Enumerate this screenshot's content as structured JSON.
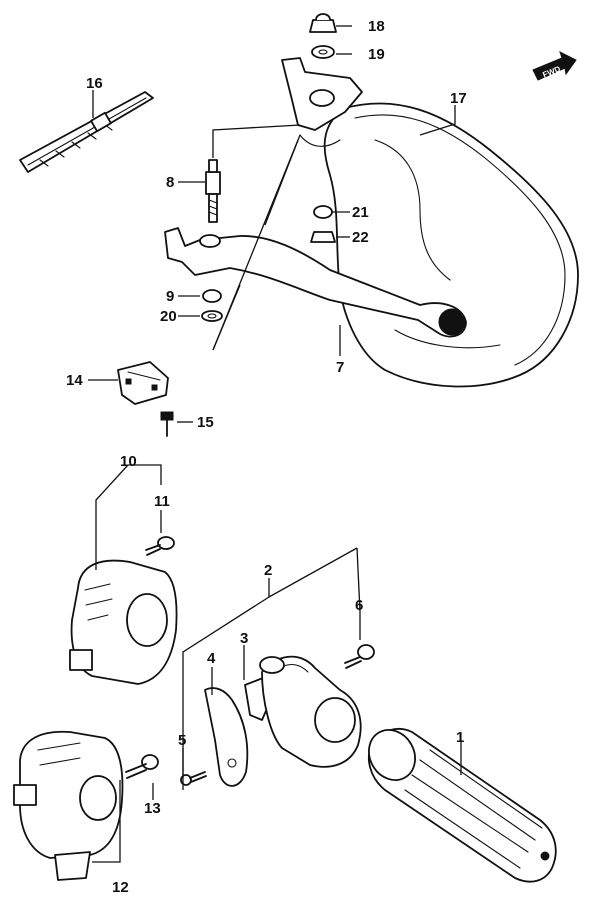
{
  "direction_marker": {
    "text": "FWD"
  },
  "parts": [
    {
      "id": "p1",
      "number": "1"
    },
    {
      "id": "p2",
      "number": "2"
    },
    {
      "id": "p3",
      "number": "3"
    },
    {
      "id": "p4",
      "number": "4"
    },
    {
      "id": "p5",
      "number": "5"
    },
    {
      "id": "p6",
      "number": "6"
    },
    {
      "id": "p7",
      "number": "7"
    },
    {
      "id": "p8",
      "number": "8"
    },
    {
      "id": "p9",
      "number": "9"
    },
    {
      "id": "p10",
      "number": "10"
    },
    {
      "id": "p11",
      "number": "11"
    },
    {
      "id": "p12",
      "number": "12"
    },
    {
      "id": "p13",
      "number": "13"
    },
    {
      "id": "p14",
      "number": "14"
    },
    {
      "id": "p15",
      "number": "15"
    },
    {
      "id": "p16",
      "number": "16"
    },
    {
      "id": "p17",
      "number": "17"
    },
    {
      "id": "p18",
      "number": "18"
    },
    {
      "id": "p19",
      "number": "19"
    },
    {
      "id": "p20",
      "number": "20"
    },
    {
      "id": "p21",
      "number": "21"
    },
    {
      "id": "p22",
      "number": "22"
    }
  ]
}
